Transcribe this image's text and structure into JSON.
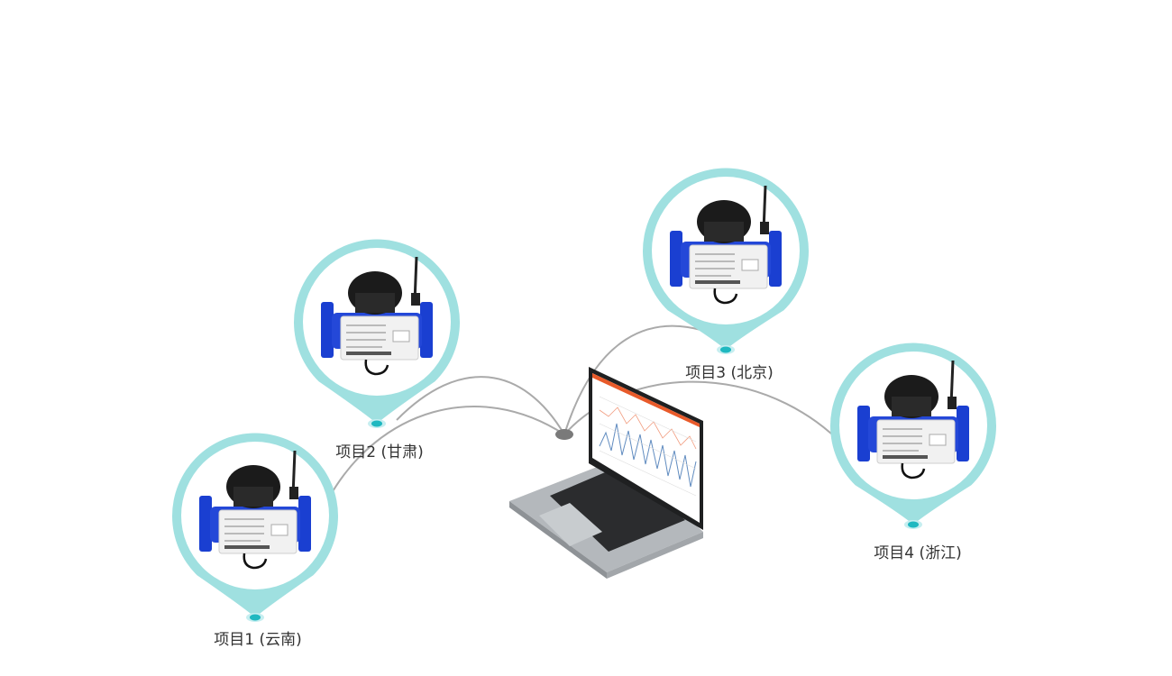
{
  "projects": [
    {
      "label": "项目1 (云南)"
    },
    {
      "label": "项目2 (甘肃)"
    },
    {
      "label": "项目3 (北京)"
    },
    {
      "label": "项目4 (浙江)"
    }
  ],
  "colors": {
    "pin": "#9fe0e0",
    "pin_dot": "#1fb8c0",
    "line": "#aaaaaa",
    "meter_blue": "#1a3fd1",
    "meter_black": "#1b1b1b",
    "laptop_body": "#bfc3c7",
    "screen_accent": "#e85a2a"
  },
  "icons": {
    "device": "water-meter-icon",
    "computer": "laptop-icon"
  }
}
